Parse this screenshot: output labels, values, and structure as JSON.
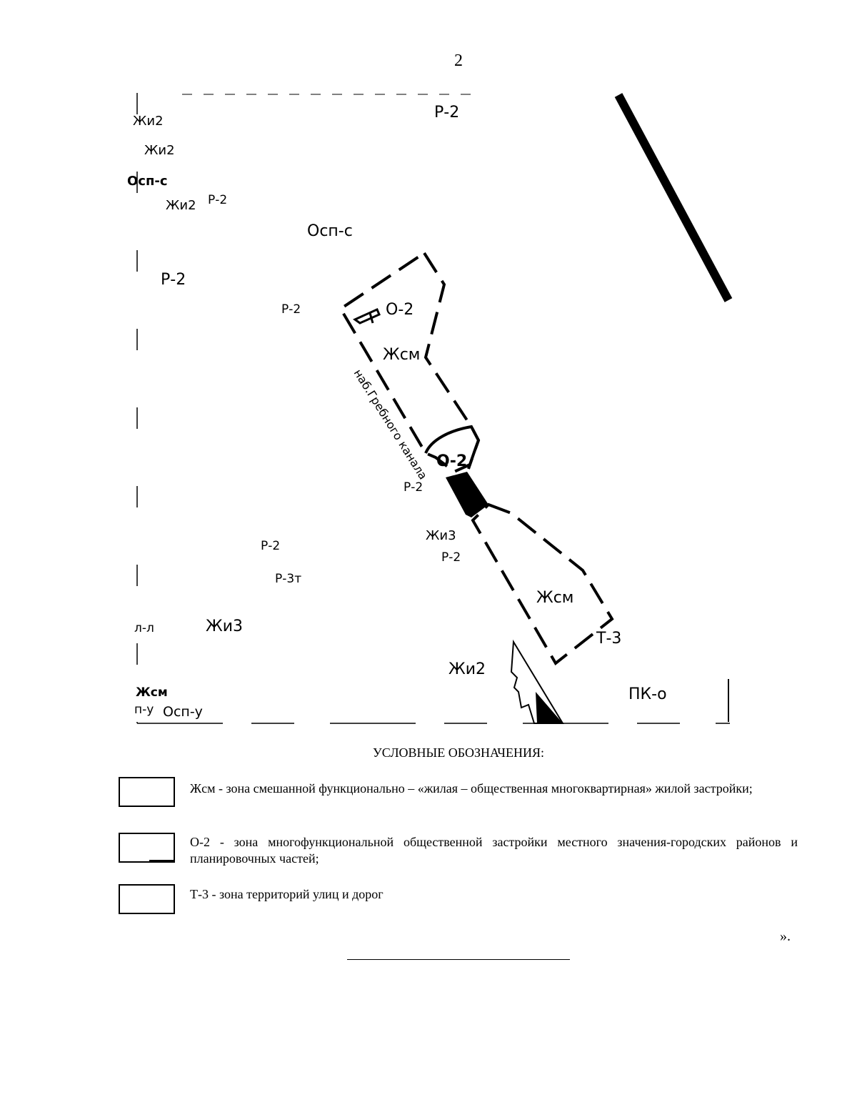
{
  "page_number": "2",
  "map": {
    "labels": {
      "r2_top": "Р-2",
      "zhi2_a": "Жи2",
      "zhi2_b": "Жи2",
      "osp_s_edge": "Осп-с",
      "zhi2_c": "Жи2",
      "r2_small_a": "Р-2",
      "osp_s": "Осп-с",
      "r2_left": "Р-2",
      "r2_mid": "Р-2",
      "o2_top": "О-2",
      "zhsm_top": "Жсм",
      "canal": "наб.Гребного канала",
      "o2_mid": "О-2",
      "r2_canal": "Р-2",
      "zhi3_small": "Жи3",
      "r2_right": "Р-2",
      "r2_low": "Р-2",
      "r3t": "Р-3т",
      "zhsm_low": "Жсм",
      "l_edge": "л-л",
      "zhi3_big": "Жи3",
      "t3": "Т-3",
      "zhi2_low": "Жи2",
      "pk_o": "ПК-о",
      "zhsm_edge": "Жсм",
      "osp_u_edge": "п-у",
      "osp_u": "Осп-у"
    }
  },
  "legend": {
    "heading": "УСЛОВНЫЕ ОБОЗНАЧЕНИЯ:",
    "items": [
      {
        "text": "Жсм - зона смешанной функционально – «жилая – общественная многоквартирная» жилой застройки;"
      },
      {
        "text": " О-2 - зона многофункциональной общественной застройки местного значения-городских районов и планировочных частей;"
      },
      {
        "text": "Т-3 - зона территорий улиц и дорог"
      }
    ]
  },
  "closing_quote": "».",
  "colors": {
    "ink": "#000000",
    "paper": "#ffffff"
  }
}
